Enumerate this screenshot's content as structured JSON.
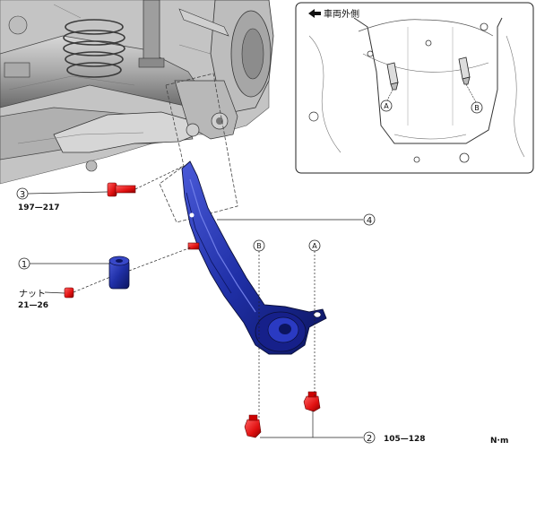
{
  "inset": {
    "direction_label": "車両外側",
    "pin_a": "A",
    "pin_b": "B"
  },
  "callouts": {
    "part1": "1",
    "part2": "2",
    "part3": "3",
    "part4": "4",
    "pin_a": "A",
    "pin_b": "B"
  },
  "labels": {
    "nut": "ナット",
    "torque_nut": "21—26",
    "torque_bolt3": "197—217",
    "torque_bolt2": "105—128",
    "unit": "N·m"
  },
  "colors": {
    "part_blue": "#1f2fa6",
    "fastener_red": "#e01010",
    "frame_gray": "#9a9a9a"
  }
}
